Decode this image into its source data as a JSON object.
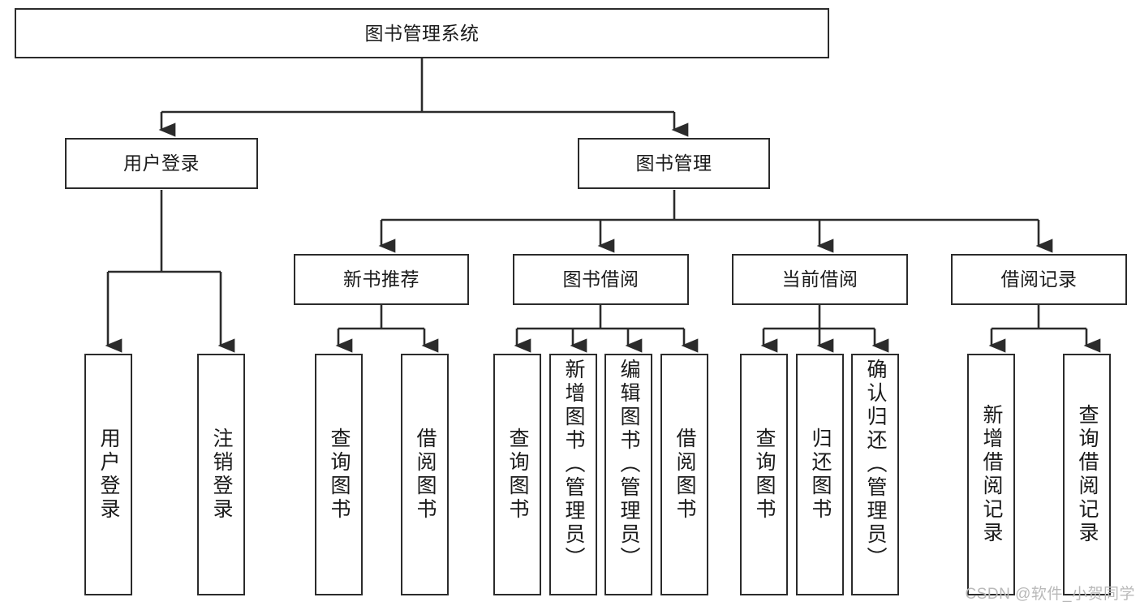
{
  "diagram": {
    "title": "图书管理系统",
    "watermark": "CSDN @软件_小贺同学",
    "levels": {
      "root": {
        "label": "图书管理系统"
      },
      "level2": [
        {
          "label": "用户登录"
        },
        {
          "label": "图书管理"
        }
      ],
      "level3": [
        {
          "label": "新书推荐"
        },
        {
          "label": "图书借阅"
        },
        {
          "label": "当前借阅"
        },
        {
          "label": "借阅记录"
        }
      ],
      "leaves": {
        "user_login": [
          {
            "label": "用户登录"
          },
          {
            "label": "注销登录"
          }
        ],
        "new_book": [
          {
            "label": "查询图书"
          },
          {
            "label": "借阅图书"
          }
        ],
        "borrow": [
          {
            "label": "查询图书"
          },
          {
            "label": "新增图书（管理员）"
          },
          {
            "label": "编辑图书（管理员）"
          },
          {
            "label": "借阅图书"
          }
        ],
        "current": [
          {
            "label": "查询图书"
          },
          {
            "label": "归还图书"
          },
          {
            "label": "确认归还（管理员）"
          }
        ],
        "records": [
          {
            "label": "新增借阅记录"
          },
          {
            "label": "查询借阅记录"
          }
        ]
      }
    },
    "colors": {
      "stroke": "#2b2b2b",
      "box_fill": "#ffffff",
      "text": "#1a1a1a",
      "watermark": "#b9b9b9"
    }
  }
}
